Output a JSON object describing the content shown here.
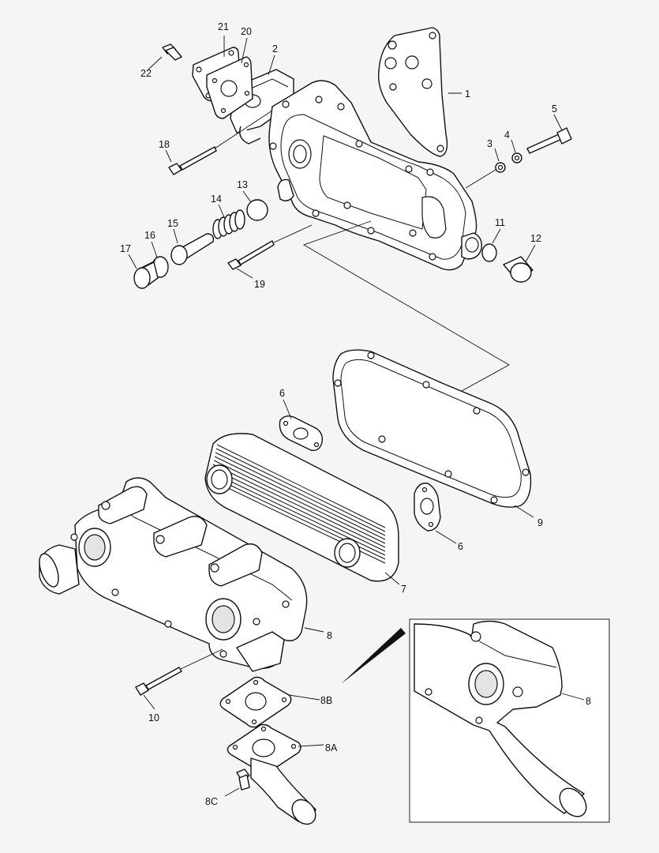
{
  "callouts": {
    "c1": "1",
    "c2": "2",
    "c3": "3",
    "c4": "4",
    "c5": "5",
    "c6a": "6",
    "c6b": "6",
    "c7": "7",
    "c8": "8",
    "c8a": "8A",
    "c8b": "8B",
    "c8c": "8C",
    "c8inset": "8",
    "c9": "9",
    "c10": "10",
    "c11": "11",
    "c12": "12",
    "c13": "13",
    "c14": "14",
    "c15": "15",
    "c16": "16",
    "c17": "17",
    "c18": "18",
    "c19": "19",
    "c20": "20",
    "c21": "21",
    "c22": "22"
  },
  "colors": {
    "background": "#f5f5f5",
    "line": "#111111",
    "fill": "#ffffff"
  }
}
